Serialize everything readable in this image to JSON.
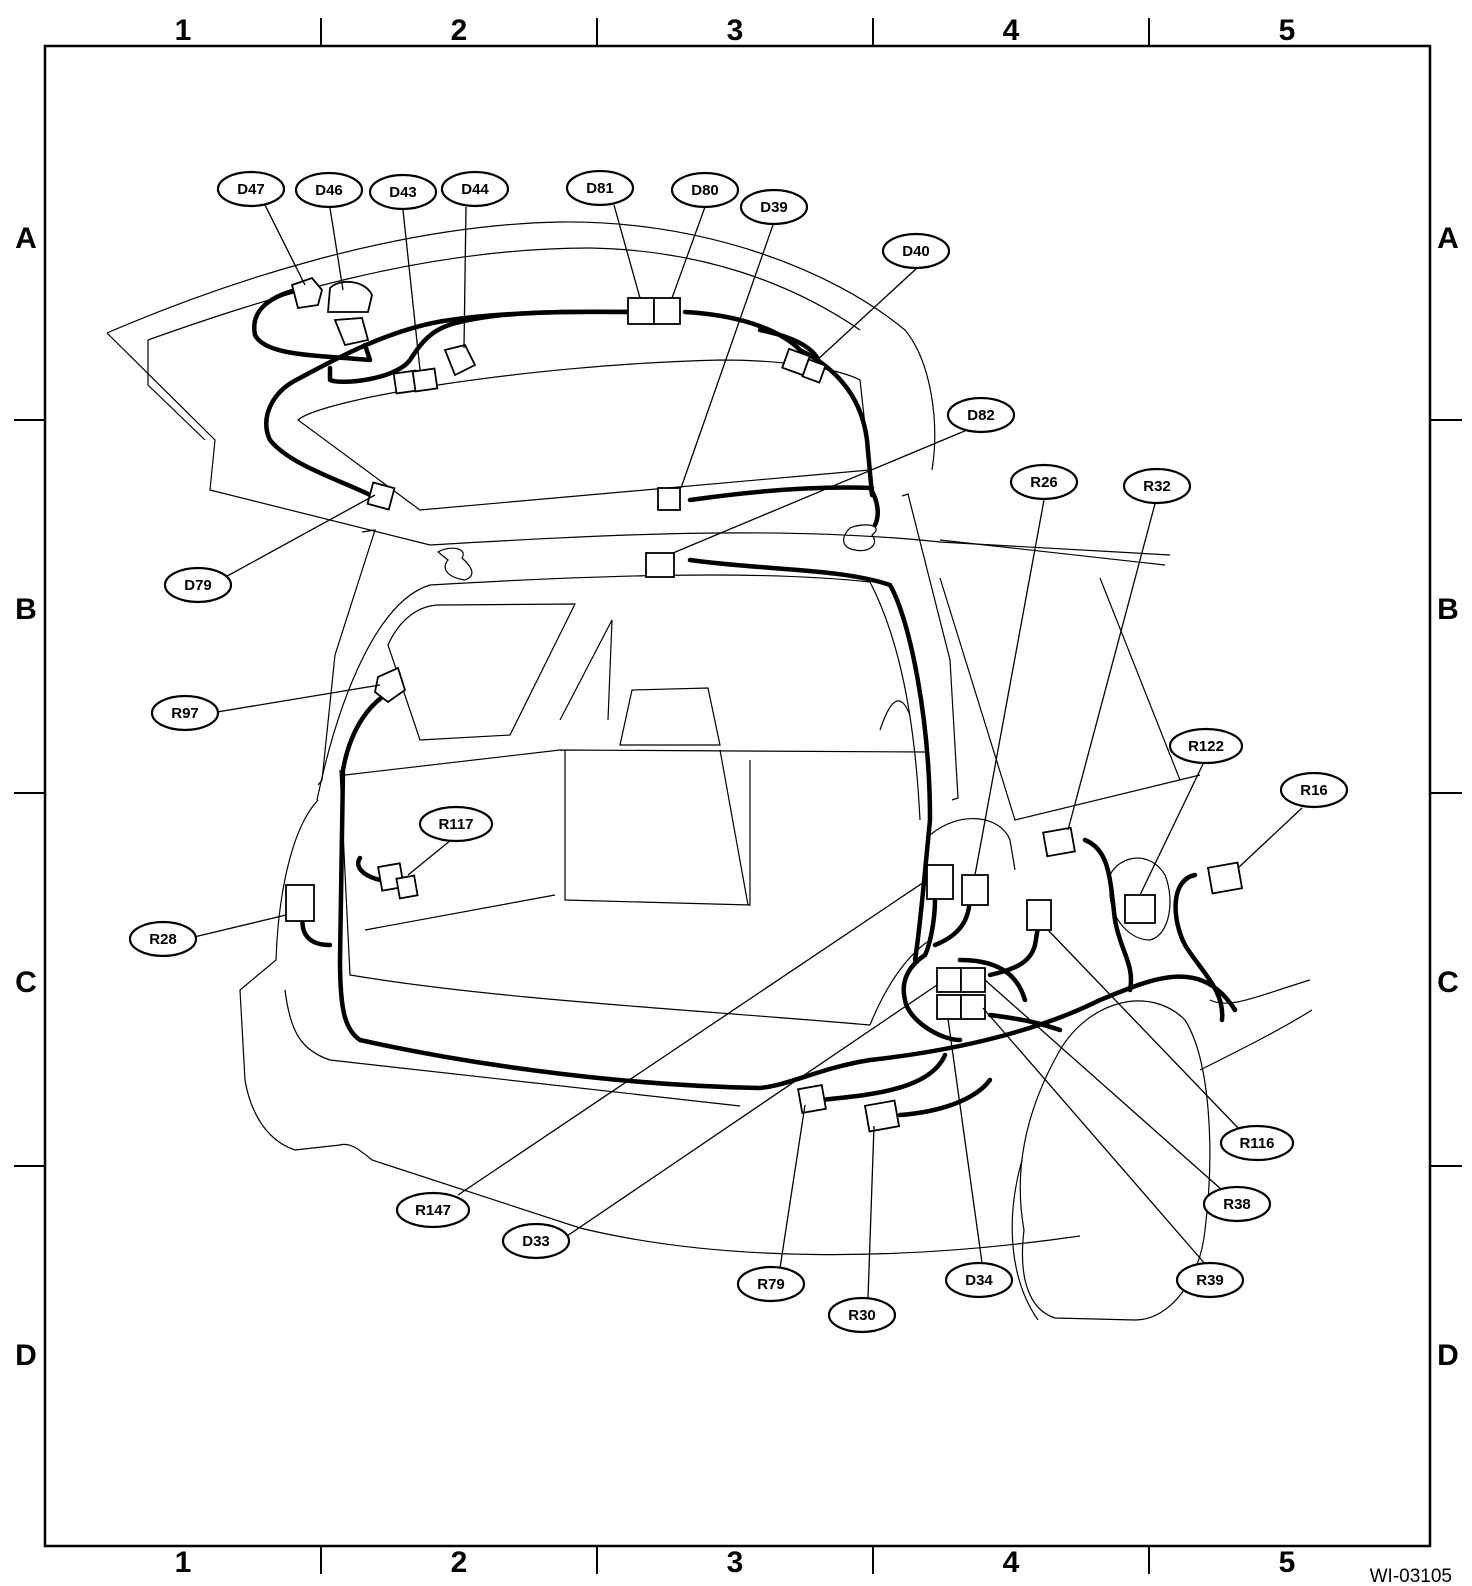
{
  "grid": {
    "columns": [
      "1",
      "2",
      "3",
      "4",
      "5"
    ],
    "rows": [
      "A",
      "B",
      "C",
      "D"
    ]
  },
  "connectors": [
    {
      "id": "D47",
      "label": "D47"
    },
    {
      "id": "D46",
      "label": "D46"
    },
    {
      "id": "D43",
      "label": "D43"
    },
    {
      "id": "D44",
      "label": "D44"
    },
    {
      "id": "D81",
      "label": "D81"
    },
    {
      "id": "D80",
      "label": "D80"
    },
    {
      "id": "D39",
      "label": "D39"
    },
    {
      "id": "D40",
      "label": "D40"
    },
    {
      "id": "D82",
      "label": "D82"
    },
    {
      "id": "D79",
      "label": "D79"
    },
    {
      "id": "R26",
      "label": "R26"
    },
    {
      "id": "R32",
      "label": "R32"
    },
    {
      "id": "R97",
      "label": "R97"
    },
    {
      "id": "R122",
      "label": "R122"
    },
    {
      "id": "R16",
      "label": "R16"
    },
    {
      "id": "R117",
      "label": "R117"
    },
    {
      "id": "R28",
      "label": "R28"
    },
    {
      "id": "R116",
      "label": "R116"
    },
    {
      "id": "R38",
      "label": "R38"
    },
    {
      "id": "R147",
      "label": "R147"
    },
    {
      "id": "D33",
      "label": "D33"
    },
    {
      "id": "R39",
      "label": "R39"
    },
    {
      "id": "R79",
      "label": "R79"
    },
    {
      "id": "D34",
      "label": "D34"
    },
    {
      "id": "R30",
      "label": "R30"
    }
  ],
  "document_id": "WI-03105"
}
